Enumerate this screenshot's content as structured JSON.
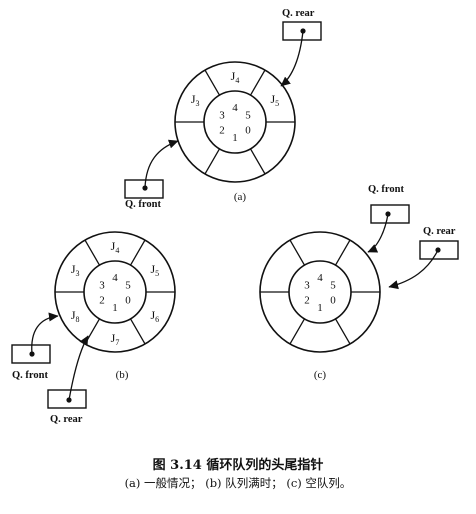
{
  "diagram": {
    "pointer_labels": {
      "rear": "Q. rear",
      "front": "Q. front"
    },
    "index_labels": [
      "0",
      "1",
      "2",
      "3",
      "4",
      "5"
    ],
    "panels": [
      {
        "id": "a",
        "label": "(a)",
        "elements": [
          {
            "slot": 5,
            "text": "J",
            "sub": "5"
          },
          {
            "slot": 4,
            "text": "J",
            "sub": "4"
          },
          {
            "slot": 3,
            "text": "J",
            "sub": "3"
          }
        ]
      },
      {
        "id": "b",
        "label": "(b)",
        "elements": [
          {
            "slot": 5,
            "text": "J",
            "sub": "5"
          },
          {
            "slot": 0,
            "text": "J",
            "sub": "6"
          },
          {
            "slot": 1,
            "text": "J",
            "sub": "7"
          },
          {
            "slot": 2,
            "text": "J",
            "sub": "8"
          },
          {
            "slot": 3,
            "text": "J",
            "sub": "3"
          },
          {
            "slot": 4,
            "text": "J",
            "sub": "4"
          }
        ]
      },
      {
        "id": "c",
        "label": "(c)",
        "elements": []
      }
    ]
  },
  "caption": {
    "title": "图 3.14   循环队列的头尾指针",
    "subtitle": "(a) 一般情况；  (b) 队列满时；  (c) 空队列。"
  }
}
